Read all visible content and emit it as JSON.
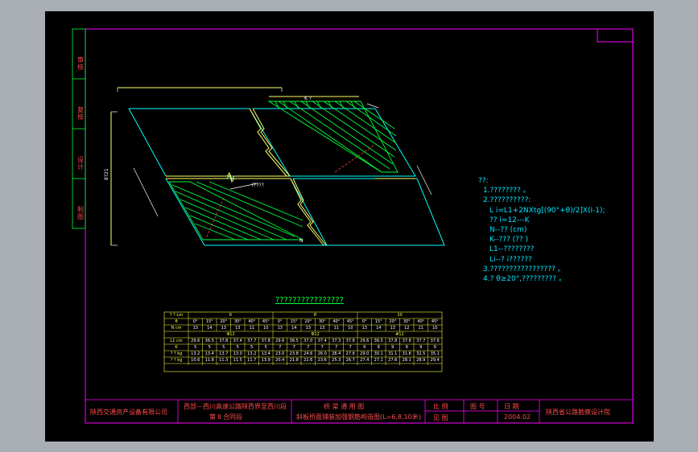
{
  "side_tabs": [
    "审核",
    "复核",
    "设计",
    "制图"
  ],
  "drawing": {
    "label_top_dim": "",
    "label_top_inner": "K ?",
    "label_left_dim": "8?21",
    "label_annot": "?????",
    "label_n": "N"
  },
  "notes": {
    "title": "??:",
    "lines": [
      "1.????????  。",
      "2.??????????:",
      "L i=L1+2NXtg[(90°+θ)/2]X(i-1);",
      "??  i=12---K",
      "N--?? (cm)",
      "K--??? (?? )",
      "L1--????????",
      "Li--? i??????",
      "3.?????????????????  。",
      "4.? θ≥20°,?????????  。"
    ]
  },
  "table": {
    "title": "????????????????",
    "group_row_label": "? ? Lm",
    "groups": [
      "6",
      "8",
      "10"
    ],
    "angle_row_label": "θ",
    "angles": [
      "0°",
      "15°",
      "20°",
      "30°",
      "40°",
      "45°",
      "0°",
      "15°",
      "20°",
      "30°",
      "40°",
      "45°",
      "0°",
      "15°",
      "20°",
      "30°",
      "40°",
      "45°"
    ],
    "n_row_label": "N cm",
    "n_values": [
      "13",
      "14",
      "13",
      "13",
      "11",
      "10",
      "13",
      "14",
      "13",
      "13",
      "11",
      "10",
      "13",
      "14",
      "13",
      "12",
      "11",
      "10"
    ],
    "bar_groups": [
      "Φ12",
      "Φ12",
      "#12"
    ],
    "rows": [
      {
        "label": "L1 cm",
        "values": [
          "29.6",
          "36.5",
          "37.8",
          "37.4",
          "37.7",
          "37.8",
          "29.6",
          "36.5",
          "37.0",
          "37.4",
          "37.3",
          "37.8",
          "29.6",
          "36.5",
          "37.8",
          "37.8",
          "37.7",
          "37.6"
        ]
      },
      {
        "label": "K",
        "values": [
          "5",
          "5",
          "5",
          "5",
          "5",
          "5",
          "7",
          "7",
          "7",
          "7",
          "7",
          "7",
          "9",
          "9",
          "9",
          "9",
          "9",
          "9"
        ]
      },
      {
        "label": "? ? kg",
        "values": [
          "13.2",
          "13.4",
          "13.7",
          "13.0",
          "13.2",
          "13.4",
          "23.0",
          "23.8",
          "24.6",
          "26.0",
          "26.4",
          "27.6",
          "29.0",
          "30.1",
          "31.1",
          "31.8",
          "32.5",
          "35.1"
        ]
      },
      {
        "label": "? ? kg",
        "values": [
          "10.6",
          "11.8",
          "11.3",
          "11.5",
          "11.7",
          "13.9",
          "20.4",
          "21.8",
          "22.6",
          "23.6",
          "25.3",
          "26.7",
          "27.4",
          "27.1",
          "27.6",
          "28.1",
          "28.9",
          "29.4"
        ]
      }
    ]
  },
  "title_block": {
    "company": "陕西交通资产设备有限公司",
    "project_line1": "西部－西川高速公路陕西界至西川段",
    "project_line2": "第 Ⅱ 合同段",
    "drawing_line1": "桥 梁 通 用 图",
    "drawing_line2": "斜板桥面铺装加强钢筋构造图(L=6,8,10米)",
    "scale_label": "比 例",
    "scale_value": "",
    "sheet_label": "图 号",
    "sheet_value": "",
    "date_label": "日 期",
    "date_value": "2004.02",
    "page_label": "见 图",
    "institute": "陕西省公路勘察设计院"
  },
  "colors": {
    "frame": "#ff00ff",
    "outline": "#00ffff",
    "hatch": "#00ff3c",
    "joint": "#ffff66",
    "dimension": "#ffffff",
    "title_text": "#ff4b4b"
  }
}
